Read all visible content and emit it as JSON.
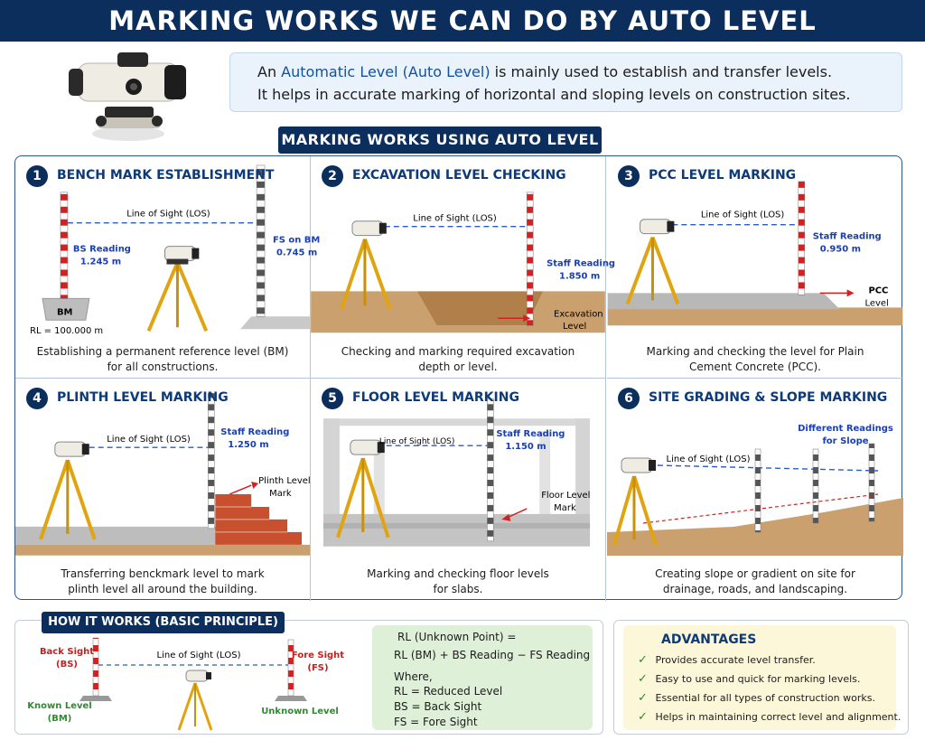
{
  "title": "MARKING WORKS WE CAN DO BY AUTO LEVEL",
  "intro": {
    "line1_prefix": "An ",
    "line1_highlight": "Automatic Level (Auto Level)",
    "line1_suffix": " is mainly used to establish and transfer levels.",
    "line2": "It helps in accurate marking of horizontal and sloping levels on construction sites."
  },
  "section_title": "MARKING WORKS USING AUTO LEVEL",
  "cards": [
    {
      "num": "1",
      "title": "BENCH MARK ESTABLISHMENT",
      "los": "Line of Sight (LOS)",
      "label_a1": "BS Reading",
      "label_a2": "1.245 m",
      "label_b1": "FS on BM",
      "label_b2": "0.745 m",
      "bm": "BM",
      "rl": "RL = 100.000 m",
      "desc1": "Establishing a permanent reference level (BM)",
      "desc2": "for all constructions."
    },
    {
      "num": "2",
      "title": "EXCAVATION LEVEL CHECKING",
      "los": "Line of Sight (LOS)",
      "label_a1": "Staff Reading",
      "label_a2": "1.850 m",
      "label_b1": "Excavation",
      "label_b2": "Level",
      "desc1": "Checking and marking required excavation",
      "desc2": "depth or level."
    },
    {
      "num": "3",
      "title": "PCC LEVEL MARKING",
      "los": "Line of Sight (LOS)",
      "label_a1": "Staff Reading",
      "label_a2": "0.950 m",
      "label_b1": "PCC",
      "label_b2": "Level",
      "desc1": "Marking and checking the level for Plain",
      "desc2": "Cement Concrete (PCC)."
    },
    {
      "num": "4",
      "title": "PLINTH LEVEL MARKING",
      "los": "Line of Sight (LOS)",
      "label_a1": "Staff Reading",
      "label_a2": "1.250 m",
      "label_b1": "Plinth Level",
      "label_b2": "Mark",
      "desc1": "Transferring benckmark level to mark",
      "desc2": "plinth level all around the building."
    },
    {
      "num": "5",
      "title": "FLOOR LEVEL MARKING",
      "los": "Line of Sight (LOS)",
      "label_a1": "Staff Reading",
      "label_a2": "1.150 m",
      "label_b1": "Floor Level",
      "label_b2": "Mark",
      "desc1": "Marking and checking floor levels",
      "desc2": "for slabs."
    },
    {
      "num": "6",
      "title": "SITE GRADING & SLOPE MARKING",
      "los": "Line of Sight (LOS)",
      "label_a1": "Different Readings",
      "label_a2": "for Slope",
      "desc1": "Creating slope or gradient on site for",
      "desc2": "drainage, roads, and landscaping."
    }
  ],
  "how": {
    "title": "HOW IT WORKS (BASIC PRINCIPLE)",
    "back_sight": "Back Sight",
    "bs_abbr": "(BS)",
    "los": "Line of Sight (LOS)",
    "fore_sight": "Fore Sight",
    "fs_abbr": "(FS)",
    "known_level": "Known Level",
    "known_bm": "(BM)",
    "unknown_level": "Unknown Level",
    "formula_line1": "RL (Unknown Point) =",
    "formula_line2": "RL (BM) + BS Reading − FS Reading",
    "where": "Where,",
    "defs": [
      {
        "abbr": "RL",
        "eq": "=",
        "meaning": "Reduced Level"
      },
      {
        "abbr": "BS",
        "eq": "=",
        "meaning": "Back Sight"
      },
      {
        "abbr": "FS",
        "eq": "=",
        "meaning": "Fore Sight"
      }
    ]
  },
  "advantages": {
    "title": "ADVANTAGES",
    "check_icon": "check-icon",
    "items": [
      "Provides accurate level transfer.",
      "Easy to use and quick for marking levels.",
      "Essential for all types of construction works.",
      "Helps in maintaining correct level and alignment."
    ]
  },
  "colors": {
    "navy": "#0b2e5c",
    "title_blue": "#0d3a78",
    "reading_blue": "#1a3fb0",
    "red": "#d42020",
    "tripod_yellow": "#e0a410",
    "soil": "#caa06e",
    "green": "#2e8b2e"
  }
}
